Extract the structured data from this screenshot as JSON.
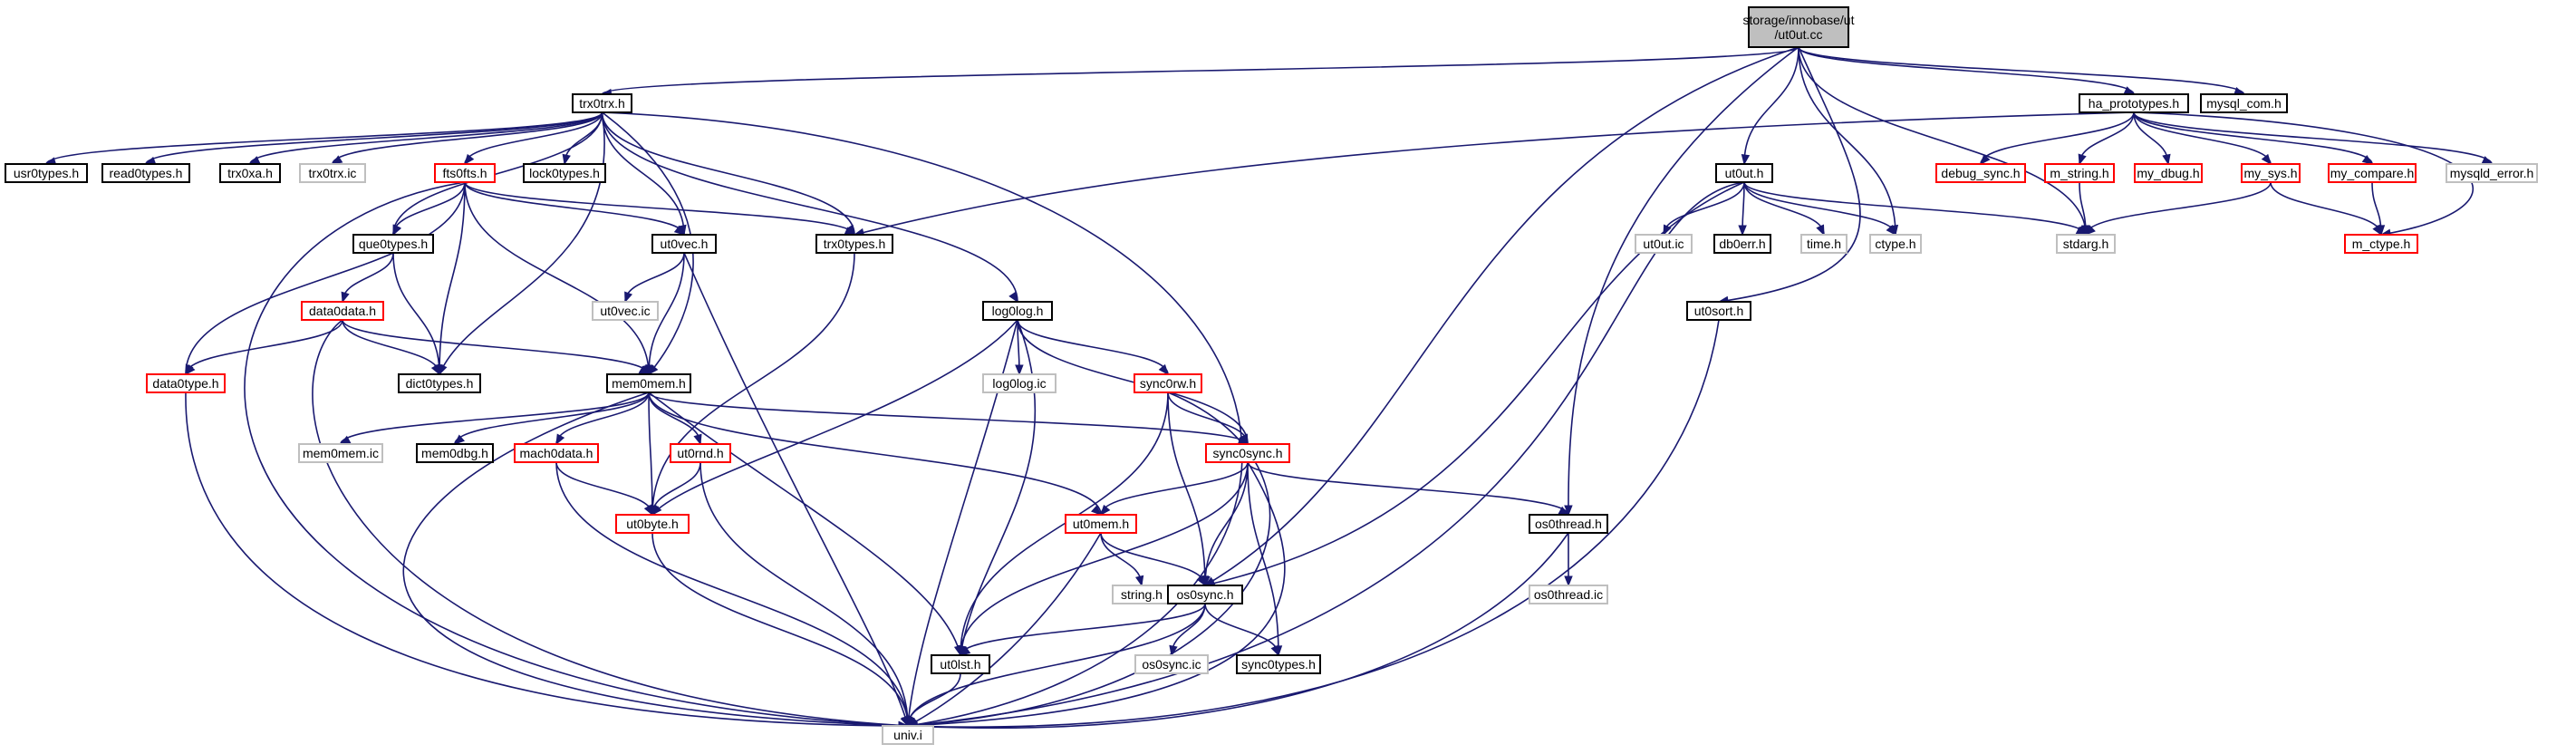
{
  "graph": {
    "colors": {
      "edge": "#191970",
      "box_main_fill": "#bfbfbf",
      "box_black": "#000000",
      "box_red": "#ff0000",
      "box_gray": "#bfbfbf"
    },
    "nodes": [
      {
        "id": "ut0ut_cc",
        "lines": [
          "storage/innobase/ut",
          "/ut0ut.cc"
        ],
        "style": "main"
      },
      {
        "id": "trx0trx_h",
        "lines": [
          "trx0trx.h"
        ],
        "style": "black"
      },
      {
        "id": "ha_prototypes_h",
        "lines": [
          "ha_prototypes.h"
        ],
        "style": "black"
      },
      {
        "id": "mysql_com_h",
        "lines": [
          "mysql_com.h"
        ],
        "style": "black"
      },
      {
        "id": "usr0types_h",
        "lines": [
          "usr0types.h"
        ],
        "style": "black"
      },
      {
        "id": "read0types_h",
        "lines": [
          "read0types.h"
        ],
        "style": "black"
      },
      {
        "id": "trx0xa_h",
        "lines": [
          "trx0xa.h"
        ],
        "style": "black"
      },
      {
        "id": "trx0trx_ic",
        "lines": [
          "trx0trx.ic"
        ],
        "style": "gray"
      },
      {
        "id": "fts0fts_h",
        "lines": [
          "fts0fts.h"
        ],
        "style": "red"
      },
      {
        "id": "lock0types_h",
        "lines": [
          "lock0types.h"
        ],
        "style": "black"
      },
      {
        "id": "que0types_h",
        "lines": [
          "que0types.h"
        ],
        "style": "black"
      },
      {
        "id": "ut0vec_h",
        "lines": [
          "ut0vec.h"
        ],
        "style": "black"
      },
      {
        "id": "trx0types_h",
        "lines": [
          "trx0types.h"
        ],
        "style": "black"
      },
      {
        "id": "ut0ut_h",
        "lines": [
          "ut0ut.h"
        ],
        "style": "black"
      },
      {
        "id": "debug_sync_h",
        "lines": [
          "debug_sync.h"
        ],
        "style": "red"
      },
      {
        "id": "m_string_h",
        "lines": [
          "m_string.h"
        ],
        "style": "red"
      },
      {
        "id": "my_dbug_h",
        "lines": [
          "my_dbug.h"
        ],
        "style": "red"
      },
      {
        "id": "my_sys_h",
        "lines": [
          "my_sys.h"
        ],
        "style": "red"
      },
      {
        "id": "my_compare_h",
        "lines": [
          "my_compare.h"
        ],
        "style": "red"
      },
      {
        "id": "mysqld_error_h",
        "lines": [
          "mysqld_error.h"
        ],
        "style": "gray"
      },
      {
        "id": "ut0ut_ic",
        "lines": [
          "ut0ut.ic"
        ],
        "style": "gray"
      },
      {
        "id": "db0err_h",
        "lines": [
          "db0err.h"
        ],
        "style": "black"
      },
      {
        "id": "time_h",
        "lines": [
          "time.h"
        ],
        "style": "gray"
      },
      {
        "id": "ctype_h",
        "lines": [
          "ctype.h"
        ],
        "style": "gray"
      },
      {
        "id": "stdarg_h",
        "lines": [
          "stdarg.h"
        ],
        "style": "gray"
      },
      {
        "id": "m_ctype_h",
        "lines": [
          "m_ctype.h"
        ],
        "style": "red"
      },
      {
        "id": "data0data_h",
        "lines": [
          "data0data.h"
        ],
        "style": "red"
      },
      {
        "id": "ut0vec_ic",
        "lines": [
          "ut0vec.ic"
        ],
        "style": "gray"
      },
      {
        "id": "log0log_h",
        "lines": [
          "log0log.h"
        ],
        "style": "black"
      },
      {
        "id": "log0log_ic",
        "lines": [
          "log0log.ic"
        ],
        "style": "gray"
      },
      {
        "id": "ut0sort_h",
        "lines": [
          "ut0sort.h"
        ],
        "style": "black"
      },
      {
        "id": "data0type_h",
        "lines": [
          "data0type.h"
        ],
        "style": "red"
      },
      {
        "id": "dict0types_h",
        "lines": [
          "dict0types.h"
        ],
        "style": "black"
      },
      {
        "id": "mem0mem_h",
        "lines": [
          "mem0mem.h"
        ],
        "style": "black"
      },
      {
        "id": "sync0rw_h",
        "lines": [
          "sync0rw.h"
        ],
        "style": "red"
      },
      {
        "id": "mem0mem_ic",
        "lines": [
          "mem0mem.ic"
        ],
        "style": "gray"
      },
      {
        "id": "mem0dbg_h",
        "lines": [
          "mem0dbg.h"
        ],
        "style": "black"
      },
      {
        "id": "mach0data_h",
        "lines": [
          "mach0data.h"
        ],
        "style": "red"
      },
      {
        "id": "ut0rnd_h",
        "lines": [
          "ut0rnd.h"
        ],
        "style": "red"
      },
      {
        "id": "sync0sync_h",
        "lines": [
          "sync0sync.h"
        ],
        "style": "red"
      },
      {
        "id": "ut0byte_h",
        "lines": [
          "ut0byte.h"
        ],
        "style": "red"
      },
      {
        "id": "ut0mem_h",
        "lines": [
          "ut0mem.h"
        ],
        "style": "red"
      },
      {
        "id": "os0thread_h",
        "lines": [
          "os0thread.h"
        ],
        "style": "black"
      },
      {
        "id": "string_h",
        "lines": [
          "string.h"
        ],
        "style": "gray"
      },
      {
        "id": "os0sync_h",
        "lines": [
          "os0sync.h"
        ],
        "style": "black"
      },
      {
        "id": "os0thread_ic",
        "lines": [
          "os0thread.ic"
        ],
        "style": "gray"
      },
      {
        "id": "ut0lst_h",
        "lines": [
          "ut0lst.h"
        ],
        "style": "black"
      },
      {
        "id": "os0sync_ic",
        "lines": [
          "os0sync.ic"
        ],
        "style": "gray"
      },
      {
        "id": "sync0types_h",
        "lines": [
          "sync0types.h"
        ],
        "style": "black"
      },
      {
        "id": "univ_i",
        "lines": [
          "univ.i"
        ],
        "style": "gray"
      }
    ],
    "edges": [
      [
        "ut0ut_cc",
        "trx0trx_h"
      ],
      [
        "ut0ut_cc",
        "ha_prototypes_h"
      ],
      [
        "ut0ut_cc",
        "mysql_com_h"
      ],
      [
        "ut0ut_cc",
        "ut0ut_h"
      ],
      [
        "ut0ut_cc",
        "ctype_h"
      ],
      [
        "ut0ut_cc",
        "stdarg_h"
      ],
      [
        "ut0ut_cc",
        "ut0sort_h"
      ],
      [
        "ut0ut_cc",
        "os0thread_h"
      ],
      [
        "ut0ut_cc",
        "os0sync_h"
      ],
      [
        "trx0trx_h",
        "usr0types_h"
      ],
      [
        "trx0trx_h",
        "read0types_h"
      ],
      [
        "trx0trx_h",
        "trx0xa_h"
      ],
      [
        "trx0trx_h",
        "trx0trx_ic"
      ],
      [
        "trx0trx_h",
        "fts0fts_h"
      ],
      [
        "trx0trx_h",
        "lock0types_h"
      ],
      [
        "trx0trx_h",
        "que0types_h"
      ],
      [
        "trx0trx_h",
        "ut0vec_h"
      ],
      [
        "trx0trx_h",
        "trx0types_h"
      ],
      [
        "trx0trx_h",
        "log0log_h"
      ],
      [
        "trx0trx_h",
        "dict0types_h"
      ],
      [
        "trx0trx_h",
        "mem0mem_h"
      ],
      [
        "trx0trx_h",
        "univ_i"
      ],
      [
        "ha_prototypes_h",
        "trx0types_h"
      ],
      [
        "ha_prototypes_h",
        "debug_sync_h"
      ],
      [
        "ha_prototypes_h",
        "m_string_h"
      ],
      [
        "ha_prototypes_h",
        "my_dbug_h"
      ],
      [
        "ha_prototypes_h",
        "my_sys_h"
      ],
      [
        "ha_prototypes_h",
        "my_compare_h"
      ],
      [
        "ha_prototypes_h",
        "mysqld_error_h"
      ],
      [
        "ha_prototypes_h",
        "m_ctype_h"
      ],
      [
        "fts0fts_h",
        "que0types_h"
      ],
      [
        "fts0fts_h",
        "ut0vec_h"
      ],
      [
        "fts0fts_h",
        "trx0types_h"
      ],
      [
        "fts0fts_h",
        "data0type_h"
      ],
      [
        "fts0fts_h",
        "dict0types_h"
      ],
      [
        "fts0fts_h",
        "mem0mem_h"
      ],
      [
        "fts0fts_h",
        "univ_i"
      ],
      [
        "que0types_h",
        "data0data_h"
      ],
      [
        "que0types_h",
        "dict0types_h"
      ],
      [
        "ut0vec_h",
        "ut0vec_ic"
      ],
      [
        "ut0vec_h",
        "mem0mem_h"
      ],
      [
        "ut0vec_h",
        "univ_i"
      ],
      [
        "trx0types_h",
        "ut0byte_h"
      ],
      [
        "ut0ut_h",
        "ut0ut_ic"
      ],
      [
        "ut0ut_h",
        "db0err_h"
      ],
      [
        "ut0ut_h",
        "time_h"
      ],
      [
        "ut0ut_h",
        "ctype_h"
      ],
      [
        "ut0ut_h",
        "stdarg_h"
      ],
      [
        "ut0ut_h",
        "os0sync_h"
      ],
      [
        "ut0ut_h",
        "univ_i"
      ],
      [
        "m_string_h",
        "stdarg_h"
      ],
      [
        "my_sys_h",
        "stdarg_h"
      ],
      [
        "my_sys_h",
        "m_ctype_h"
      ],
      [
        "my_compare_h",
        "m_ctype_h"
      ],
      [
        "data0data_h",
        "data0type_h"
      ],
      [
        "data0data_h",
        "dict0types_h"
      ],
      [
        "data0data_h",
        "mem0mem_h"
      ],
      [
        "data0data_h",
        "univ_i"
      ],
      [
        "log0log_h",
        "log0log_ic"
      ],
      [
        "log0log_h",
        "sync0rw_h"
      ],
      [
        "log0log_h",
        "sync0sync_h"
      ],
      [
        "log0log_h",
        "ut0byte_h"
      ],
      [
        "log0log_h",
        "ut0lst_h"
      ],
      [
        "log0log_h",
        "univ_i"
      ],
      [
        "ut0sort_h",
        "univ_i"
      ],
      [
        "data0type_h",
        "univ_i"
      ],
      [
        "mem0mem_h",
        "mem0mem_ic"
      ],
      [
        "mem0mem_h",
        "mem0dbg_h"
      ],
      [
        "mem0mem_h",
        "mach0data_h"
      ],
      [
        "mem0mem_h",
        "ut0rnd_h"
      ],
      [
        "mem0mem_h",
        "ut0byte_h"
      ],
      [
        "mem0mem_h",
        "ut0mem_h"
      ],
      [
        "mem0mem_h",
        "sync0sync_h"
      ],
      [
        "mem0mem_h",
        "ut0lst_h"
      ],
      [
        "mem0mem_h",
        "univ_i"
      ],
      [
        "sync0rw_h",
        "sync0sync_h"
      ],
      [
        "sync0rw_h",
        "os0sync_h"
      ],
      [
        "sync0rw_h",
        "ut0lst_h"
      ],
      [
        "sync0rw_h",
        "univ_i"
      ],
      [
        "mach0data_h",
        "ut0byte_h"
      ],
      [
        "mach0data_h",
        "univ_i"
      ],
      [
        "ut0rnd_h",
        "ut0byte_h"
      ],
      [
        "ut0rnd_h",
        "univ_i"
      ],
      [
        "sync0sync_h",
        "ut0mem_h"
      ],
      [
        "sync0sync_h",
        "os0thread_h"
      ],
      [
        "sync0sync_h",
        "os0sync_h"
      ],
      [
        "sync0sync_h",
        "ut0lst_h"
      ],
      [
        "sync0sync_h",
        "sync0types_h"
      ],
      [
        "sync0sync_h",
        "univ_i"
      ],
      [
        "ut0byte_h",
        "univ_i"
      ],
      [
        "ut0mem_h",
        "string_h"
      ],
      [
        "ut0mem_h",
        "os0sync_h"
      ],
      [
        "ut0mem_h",
        "univ_i"
      ],
      [
        "os0thread_h",
        "os0thread_ic"
      ],
      [
        "os0thread_h",
        "univ_i"
      ],
      [
        "os0sync_h",
        "ut0lst_h"
      ],
      [
        "os0sync_h",
        "os0sync_ic"
      ],
      [
        "os0sync_h",
        "sync0types_h"
      ],
      [
        "os0sync_h",
        "univ_i"
      ],
      [
        "ut0lst_h",
        "univ_i"
      ]
    ]
  }
}
